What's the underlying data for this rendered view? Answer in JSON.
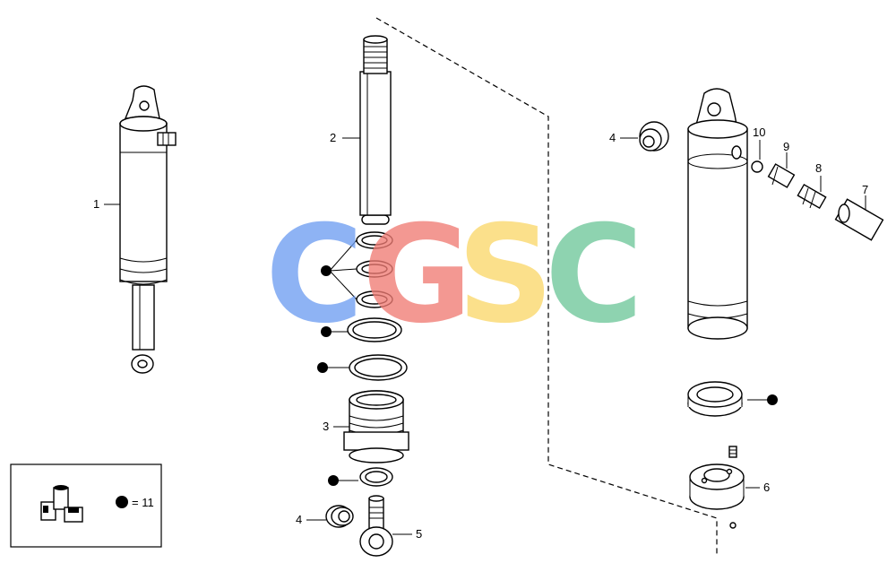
{
  "watermark": {
    "letters": [
      "C",
      "G",
      "S",
      "C"
    ],
    "colors": [
      "#6f9ef2",
      "#f07c74",
      "#fbd86b",
      "#6fc79b"
    ]
  },
  "callouts": {
    "c1": "1",
    "c2": "2",
    "c3": "3",
    "c4a": "4",
    "c4b": "4",
    "c5": "5",
    "c6": "6",
    "c7": "7",
    "c8": "8",
    "c9": "9",
    "c10": "10"
  },
  "legend": {
    "kit_text": "= 11",
    "icon": "seal-kit-icon"
  },
  "marker_icon": "filled-dot-icon"
}
